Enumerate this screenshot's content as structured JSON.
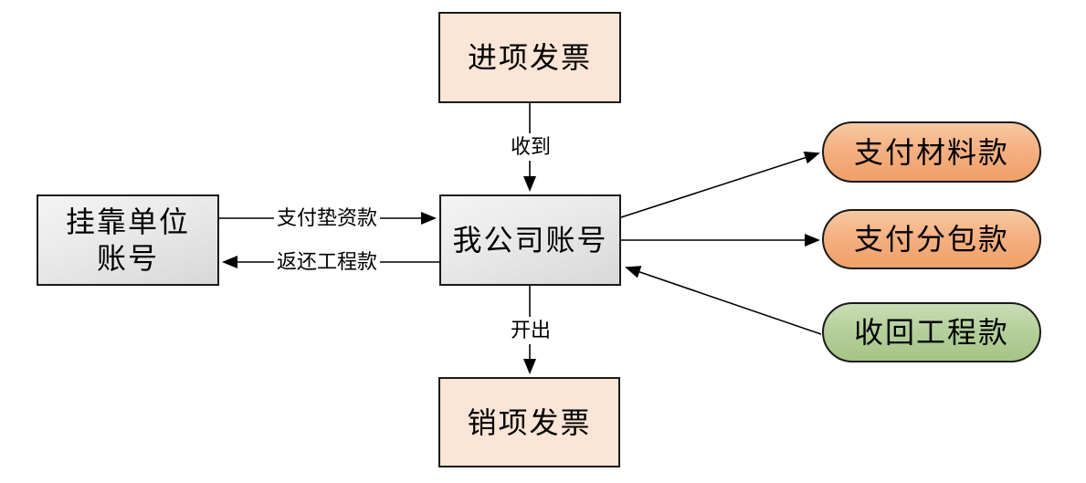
{
  "diagram_title": "company-account-funds-flow",
  "nodes": {
    "input_invoice": {
      "label": "进项发票"
    },
    "affiliated_account": {
      "label": "挂靠单位\n账号"
    },
    "company_account": {
      "label": "我公司账号"
    },
    "output_invoice": {
      "label": "销项发票"
    },
    "pay_materials": {
      "label": "支付材料款"
    },
    "pay_subcontract": {
      "label": "支付分包款"
    },
    "recover_project": {
      "label": "收回工程款"
    }
  },
  "edge_labels": {
    "receive": "收到",
    "pay_advance": "支付垫资款",
    "return_project": "返还工程款",
    "issue": "开出"
  },
  "colors": {
    "peach_fill": "#FBE5D6",
    "gray_top": "#F4F4F4",
    "gray_bottom": "#D8D8D8",
    "orange_top": "#F8C9A0",
    "orange_bottom": "#EFA066",
    "green_top": "#C9DDB5",
    "green_bottom": "#A5C585",
    "border": "#1A1A1A",
    "arrow": "#000000"
  }
}
